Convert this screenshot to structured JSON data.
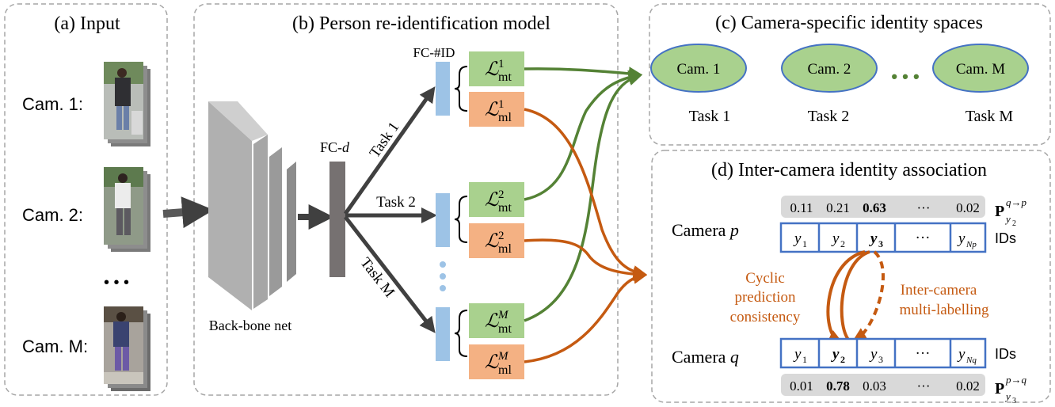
{
  "panels": {
    "input": {
      "title": "(a) Input"
    },
    "model": {
      "title": "(b) Person re-identification model"
    },
    "spaces": {
      "title": "(c) Camera-specific identity spaces"
    },
    "association": {
      "title": "(d) Inter-camera identity association"
    }
  },
  "input": {
    "cams": [
      "Cam. 1:",
      "Cam. 2:",
      "Cam. M:"
    ],
    "ellipsis": "• • •"
  },
  "model": {
    "backbone": "Back-bone net",
    "fcd_prefix": "FC-",
    "fcd_var": "d",
    "fcid": "FC-#ID",
    "tasks": [
      "Task 1",
      "Task 2",
      "Task M"
    ],
    "loss_symbol": "ℒ",
    "loss_mt": "mt",
    "loss_ml": "ml",
    "loss_sups": [
      "1",
      "2",
      "M"
    ]
  },
  "spaces": {
    "cams": [
      "Cam. 1",
      "Cam. 2",
      "Cam. M"
    ],
    "tasks": [
      "Task 1",
      "Task 2",
      "Task M"
    ],
    "dots": "• • •"
  },
  "association": {
    "camera_p": "Camera",
    "camera_p_var": "p",
    "camera_q": "Camera",
    "camera_q_var": "q",
    "ids_label": "IDs",
    "probs_p": [
      "0.11",
      "0.21",
      "0.63",
      "···",
      "0.02"
    ],
    "probs_q": [
      "0.01",
      "0.78",
      "0.03",
      "···",
      "0.02"
    ],
    "p_label_p_sup": "q→p",
    "p_label_q_sup": "p→q",
    "p_label_p_sub": "y",
    "p_label_p_subsub": "2",
    "p_label_q_sub": "y",
    "p_label_q_subsub": "3",
    "p_bold": "P",
    "ids_p": [
      "y",
      "y",
      "y",
      "···",
      "y"
    ],
    "ids_p_subs": [
      "1",
      "2",
      "3",
      "",
      "Np"
    ],
    "ids_q": [
      "y",
      "y",
      "y",
      "···",
      "y"
    ],
    "ids_q_subs": [
      "1",
      "2",
      "3",
      "",
      "Nq"
    ],
    "cyclic": [
      "Cyclic",
      "prediction",
      "consistency"
    ],
    "multi": [
      "Inter-camera",
      "multi-labelling"
    ]
  },
  "colors": {
    "green": "#548235",
    "orange": "#c55a11",
    "green_fill": "#a9d18e",
    "orange_fill": "#f4b183",
    "blue_fc": "#9dc3e6",
    "dark_arrow": "#404040",
    "blue_box": "#4472c4",
    "orange_text": "#c55a11"
  }
}
